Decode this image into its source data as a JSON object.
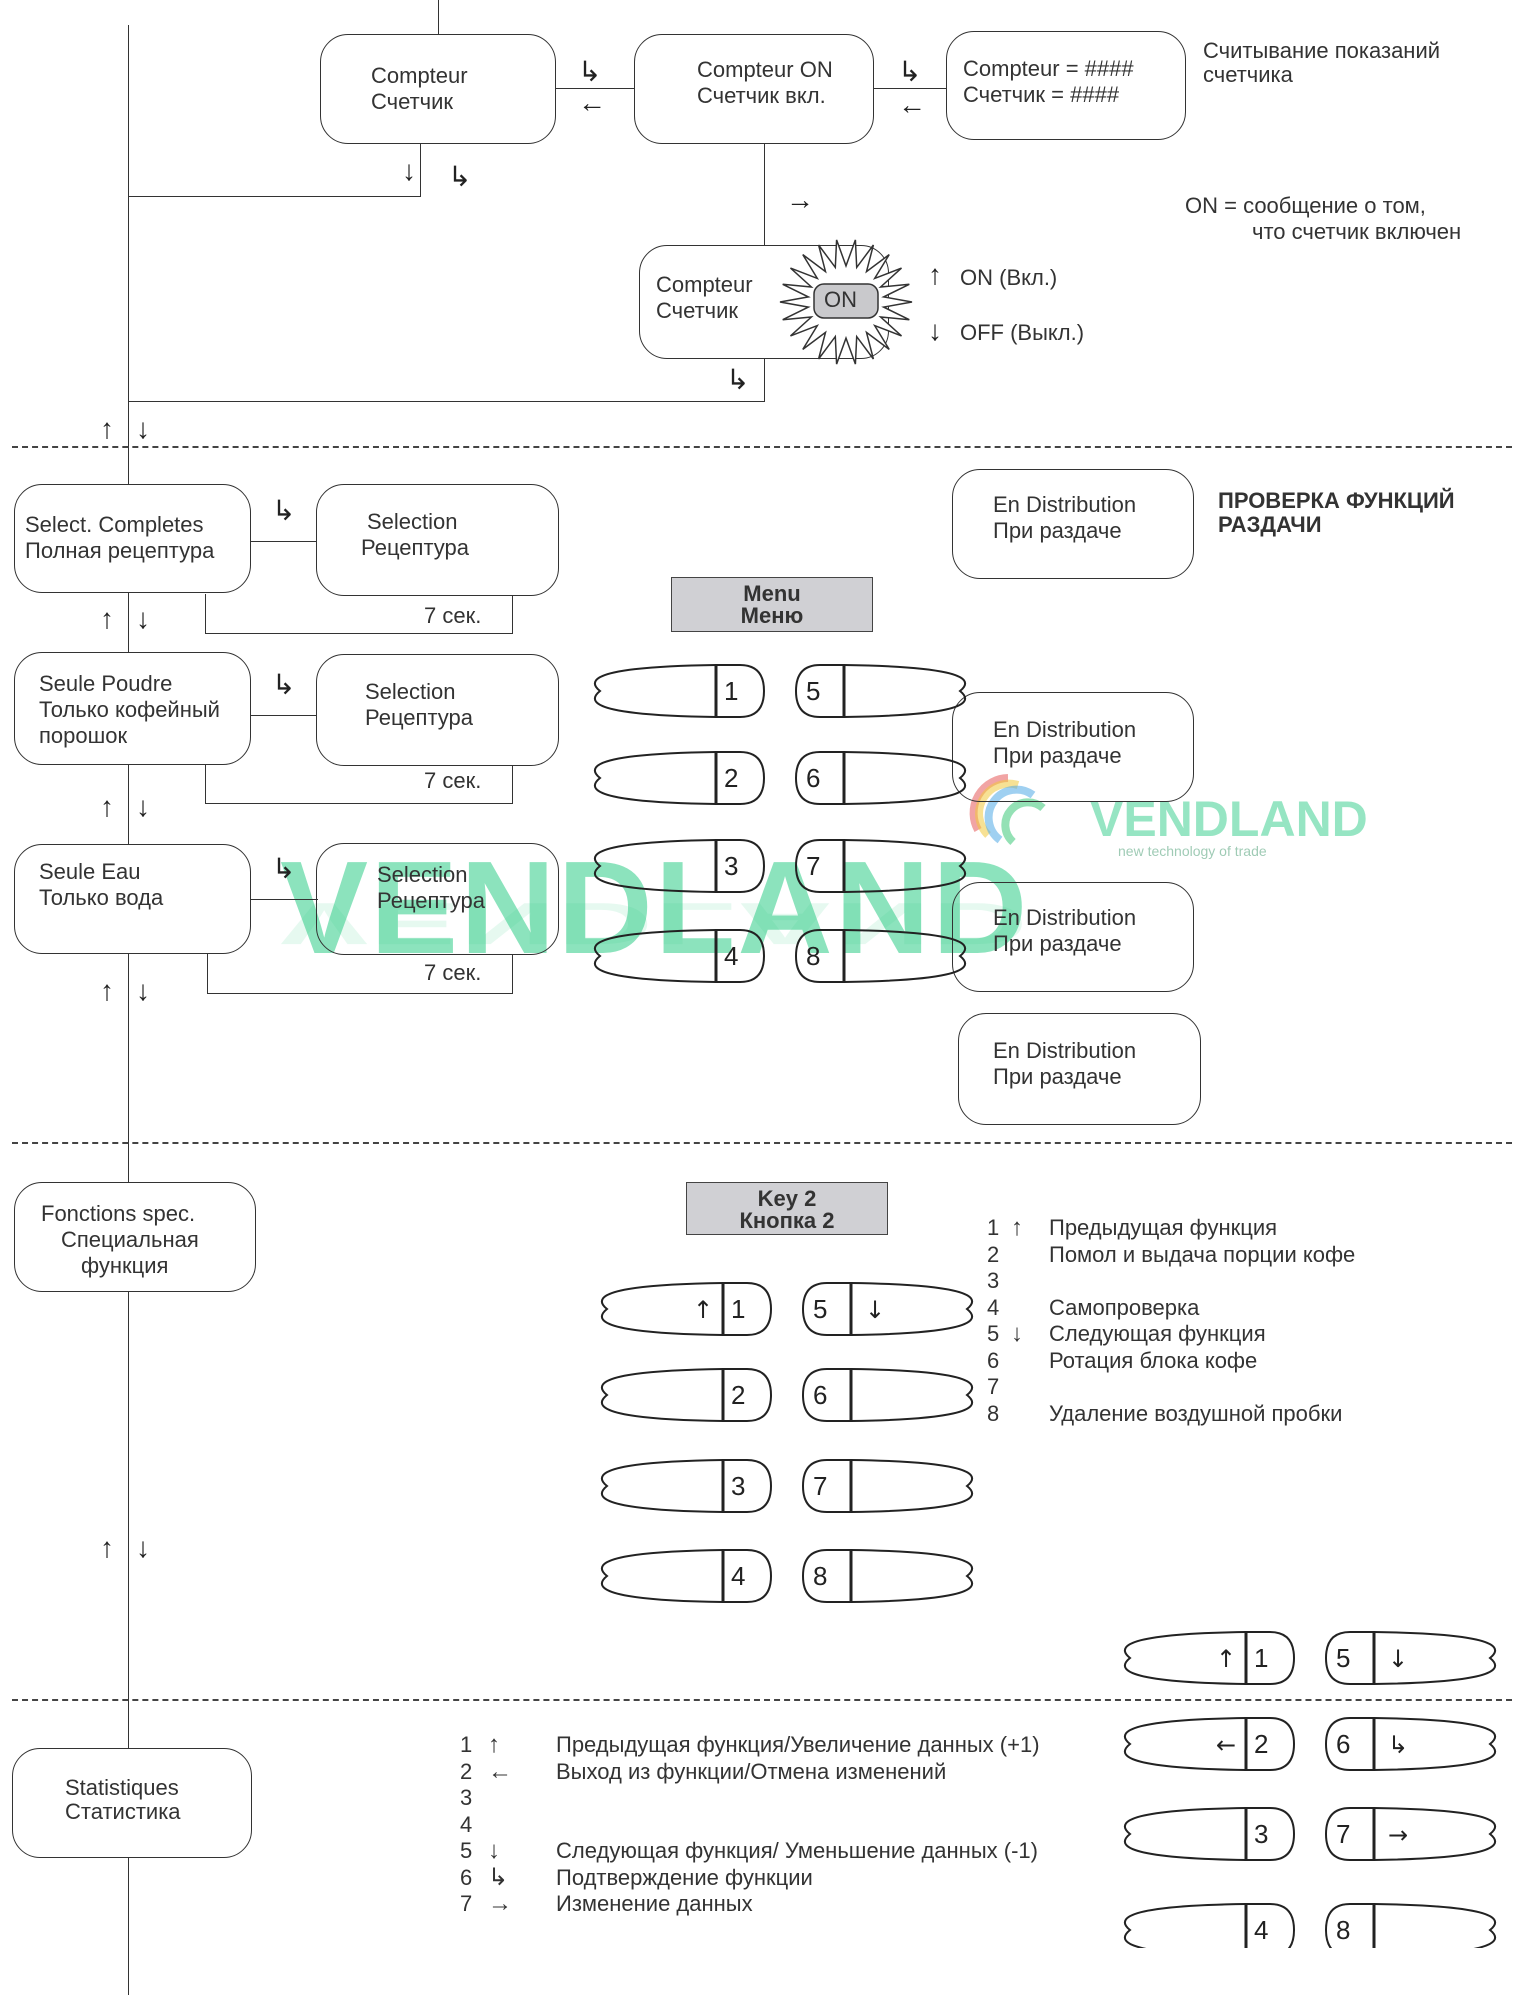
{
  "section1": {
    "counter_box": [
      "Compteur",
      "Счетчик"
    ],
    "counter_on_box": [
      "Compteur  ON",
      "Счетчик вкл."
    ],
    "counter_value_box": [
      "Compteur = ####",
      "Счетчик = ####"
    ],
    "counter_reading_note": [
      "Считывание показаний",
      "счетчика"
    ],
    "on_note": [
      "ON = сообщение о том,",
      "что счетчик включен"
    ],
    "counter_toggle_box": [
      "Compteur",
      "Счетчик"
    ],
    "burst_label": "ON",
    "on_option": "ON (Вкл.)",
    "off_option": "OFF (Выкл.)"
  },
  "section2": {
    "select_complete": [
      "Select. Completes",
      "Полная рецептура"
    ],
    "select_powder": [
      "Seule Poudre",
      "Только кофейный",
      "порошок"
    ],
    "select_water": [
      "Seule  Eau",
      "Только вода"
    ],
    "selection_box": [
      "Selection",
      "Рецептура"
    ],
    "timeout": "7 сек.",
    "menu_box": [
      "Menu",
      "Меню"
    ],
    "distribution_box": [
      "En Distribution",
      "При раздаче"
    ],
    "heading": [
      "ПРОВЕРКА ФУНКЦИЙ",
      "РАЗДАЧИ"
    ]
  },
  "section3": {
    "special_box": [
      "Fonctions spec.",
      "Специальная",
      "функция"
    ],
    "key_box": [
      "Key 2",
      "Кнопка 2"
    ],
    "legend": [
      {
        "num": "1",
        "arrow": "↑",
        "text": "Предыдущая функция"
      },
      {
        "num": "2",
        "arrow": "",
        "text": "Помол и выдача порции кофе"
      },
      {
        "num": "3",
        "arrow": "",
        "text": ""
      },
      {
        "num": "4",
        "arrow": "",
        "text": "Самопроверка"
      },
      {
        "num": "5",
        "arrow": "↓",
        "text": "Следующая функция"
      },
      {
        "num": "6",
        "arrow": "",
        "text": "Ротация блока кофе"
      },
      {
        "num": "7",
        "arrow": "",
        "text": ""
      },
      {
        "num": "8",
        "arrow": "",
        "text": "Удаление воздушной пробки"
      }
    ]
  },
  "section4": {
    "stats_box": [
      "Statistiques",
      "Статистика"
    ],
    "legend": [
      {
        "num": "1",
        "arrow": "↑",
        "text": "Предыдущая функция/Увеличение данных (+1)"
      },
      {
        "num": "2",
        "arrow": "←",
        "text": "Выход из функции/Отмена изменений"
      },
      {
        "num": "3",
        "arrow": "",
        "text": ""
      },
      {
        "num": "4",
        "arrow": "",
        "text": ""
      },
      {
        "num": "5",
        "arrow": "↓",
        "text": "Следующая функция/ Уменьшение данных (-1)"
      },
      {
        "num": "6",
        "arrow": "↳",
        "text": "Подтверждение функции"
      },
      {
        "num": "7",
        "arrow": "→",
        "text": "Изменение данных"
      }
    ]
  },
  "keys": [
    "1",
    "2",
    "3",
    "4",
    "5",
    "6",
    "7",
    "8"
  ],
  "key_arrows": {
    "up": "↑",
    "down": "↓",
    "left": "←",
    "enter": "↳",
    "right": "→"
  },
  "nav_arrows": {
    "up": "↑",
    "down": "↓",
    "left": "←",
    "right": "→",
    "enter": "↳"
  },
  "watermark": {
    "brand": "VENDLAND",
    "tagline": "new technology of trade"
  },
  "colors": {
    "line": "#333333",
    "menu_fill": "#d0d0d4",
    "burst_fill": "#c9c9cc",
    "watermark_green": "#2ecc87"
  }
}
